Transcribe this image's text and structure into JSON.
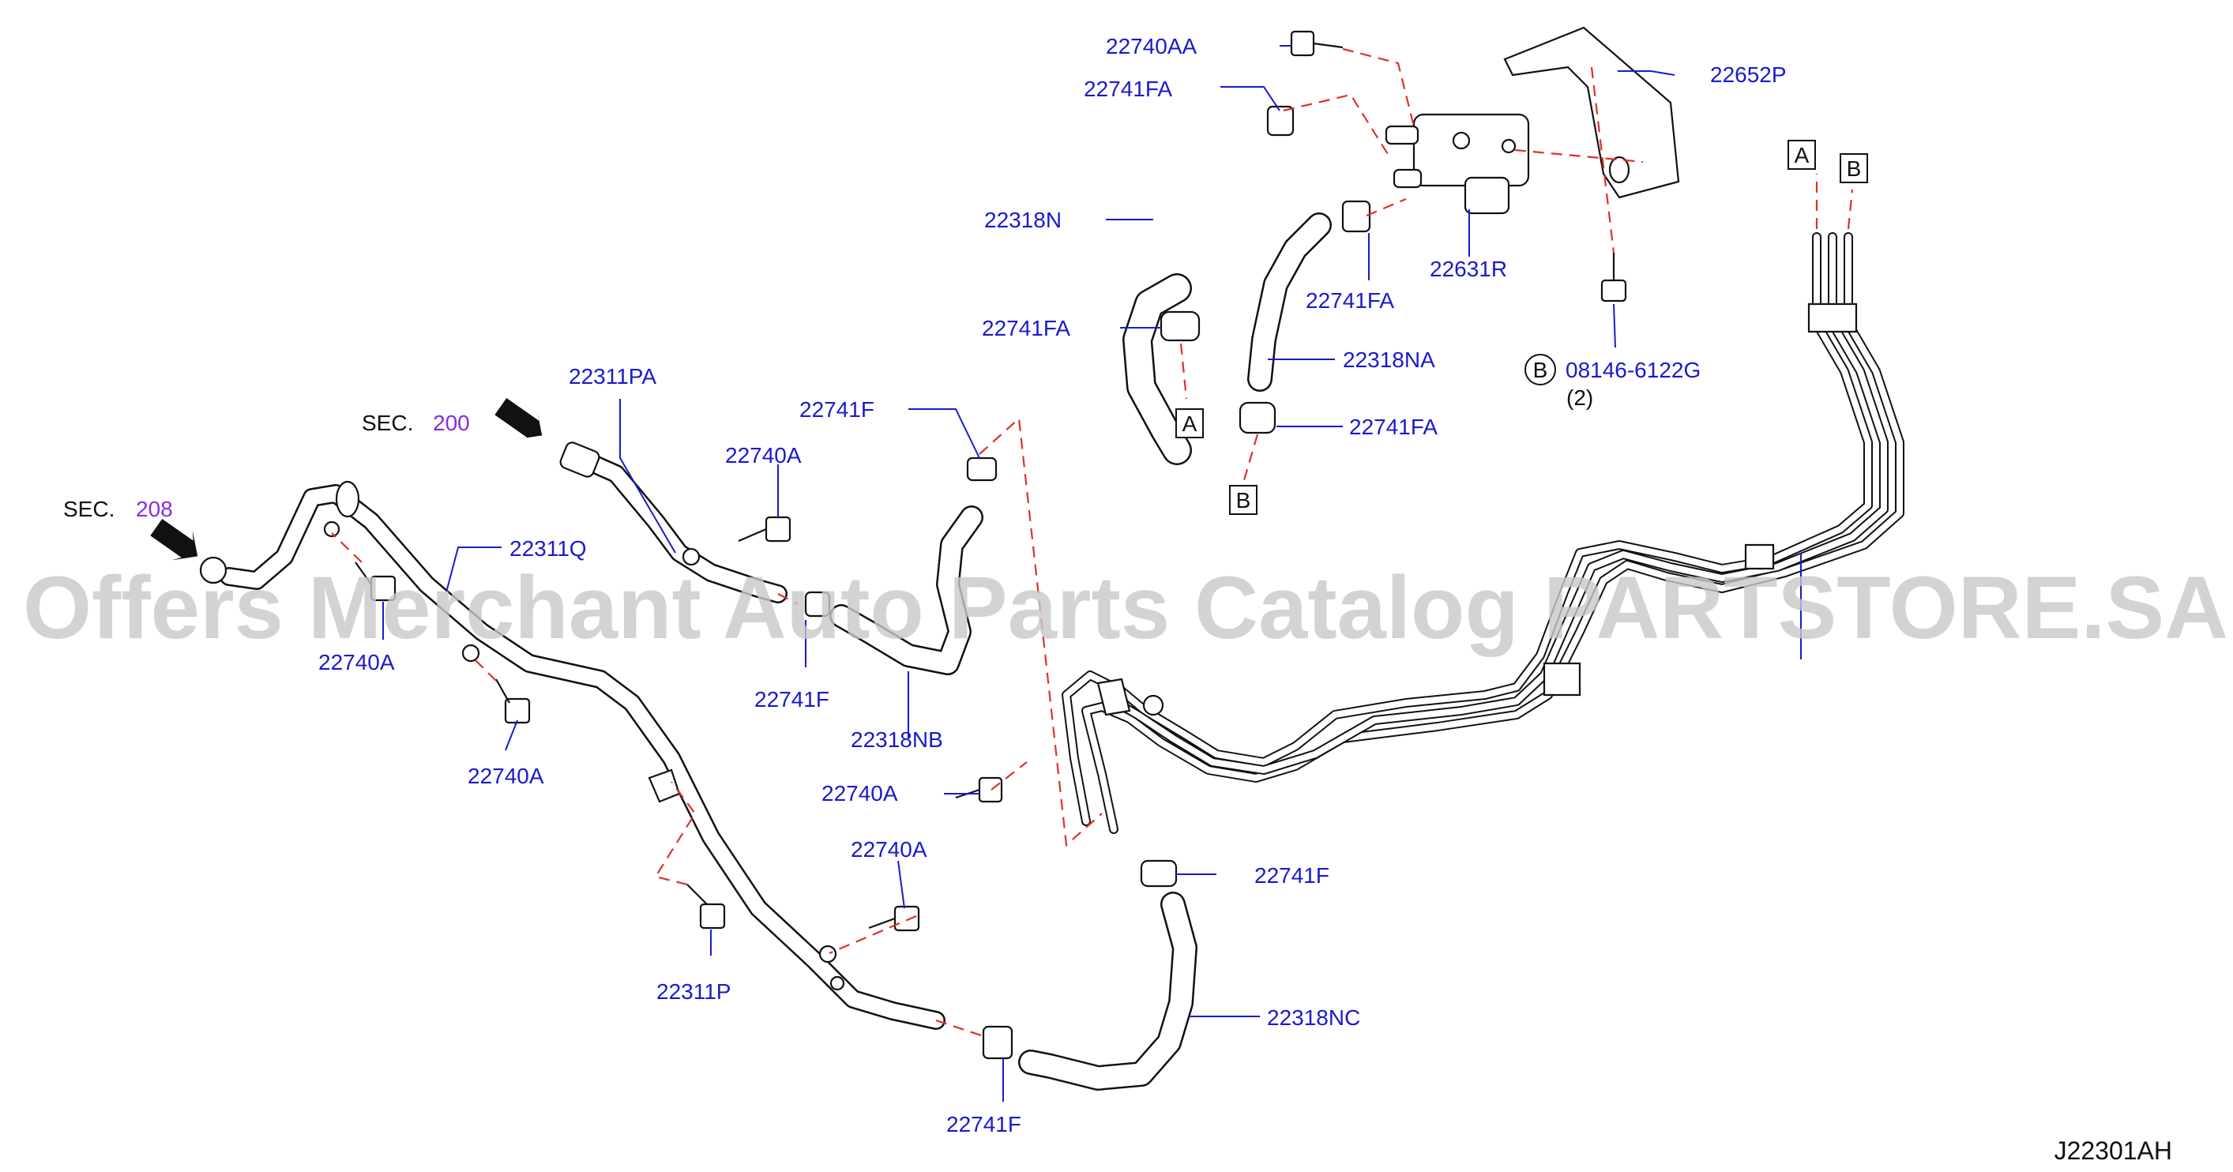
{
  "diagram": {
    "watermark": "Offers Merchant Auto Parts Catalog PARTSTORE.SA",
    "code": "J22301AH",
    "sections": [
      {
        "prefix": "SEC.",
        "number": "200"
      },
      {
        "prefix": "SEC.",
        "number": "208"
      }
    ],
    "ref_boxes": [
      "A",
      "B",
      "A",
      "B"
    ],
    "callouts": [
      "22740AA",
      "22741FA",
      "22652P",
      "22318N",
      "22631R",
      "22741FA",
      "22741FA",
      "22318NA",
      "22741FA",
      "08146-6122G",
      "(2)",
      "B",
      "22311PA",
      "22741F",
      "22740A",
      "22311Q",
      "22740A",
      "22741F",
      "22318NB",
      "22740A",
      "22740A",
      "22740A",
      "22741F",
      "22318NC",
      "22741F",
      "22311P"
    ],
    "colors": {
      "callout": "#1a1acc",
      "leader_dashed": "#e0302a",
      "section_number": "#8a2be2",
      "line": "#111111"
    }
  }
}
